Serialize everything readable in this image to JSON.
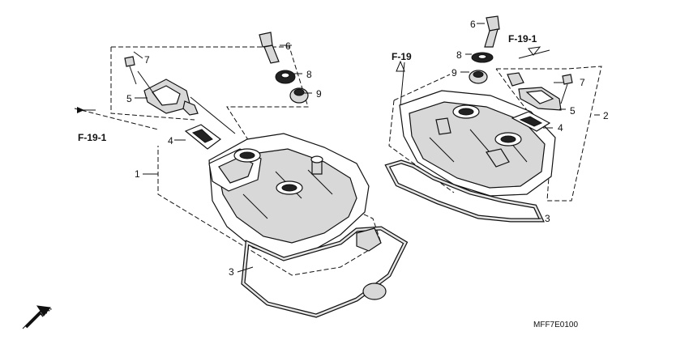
{
  "callouts": {
    "left_1": "1",
    "left_3": "3",
    "left_4": "4",
    "left_5": "5",
    "left_6": "6",
    "left_7": "7",
    "left_8": "8",
    "left_9": "9",
    "right_2": "2",
    "right_3": "3",
    "right_4": "4",
    "right_5": "5",
    "right_6": "6",
    "right_7": "7",
    "right_8": "8",
    "right_9": "9"
  },
  "references": {
    "left_f19_1": "F-19-1",
    "right_f19": "F-19",
    "right_f19_1": "F-19-1"
  },
  "front_label": "FR.",
  "diagram_code": "MFF7E0100"
}
